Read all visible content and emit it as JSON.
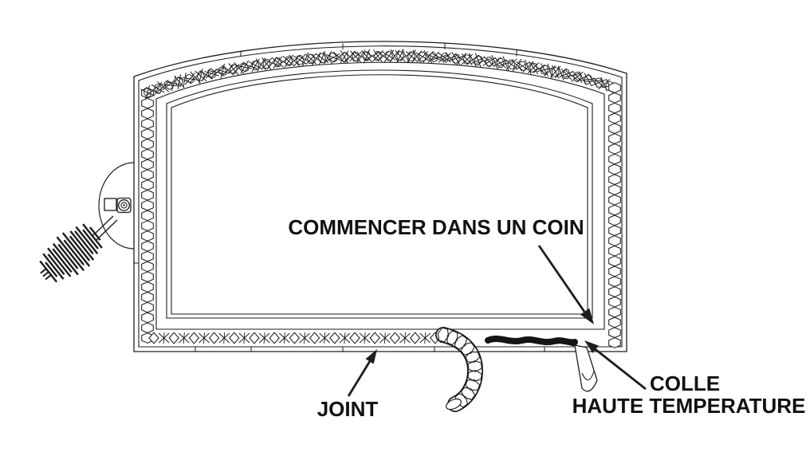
{
  "figure": {
    "description": "Technical illustration of installing a door gasket with high temperature glue",
    "ink": "#1d1d1d",
    "background": "#ffffff",
    "labels": {
      "start_corner": "COMMENCER DANS UN COIN",
      "joint": "JOINT",
      "glue_line1": "COLLE",
      "glue_line2": "HAUTE TEMPERATURE"
    }
  }
}
